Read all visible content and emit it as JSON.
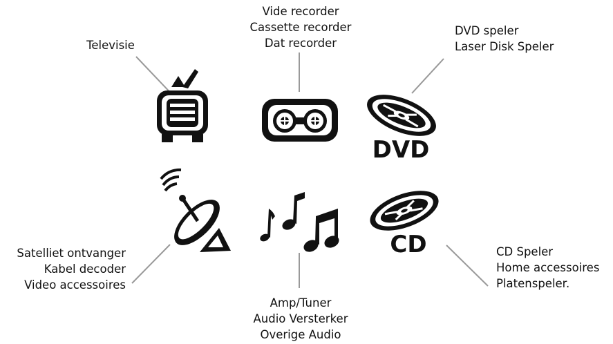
{
  "labels": {
    "tv": [
      "Televisie"
    ],
    "recorder": [
      "Vide recorder",
      "Cassette recorder",
      "Dat recorder"
    ],
    "dvd": [
      "DVD speler",
      "Laser Disk Speler"
    ],
    "sat": [
      "Satelliet ontvanger",
      "Kabel decoder",
      "Video accessoires"
    ],
    "audio": [
      "Amp/Tuner",
      "Audio Versterker",
      "Overige Audio"
    ],
    "cd": [
      "CD Speler",
      "Home accessoires",
      "Platenspeler."
    ]
  },
  "icons": {
    "dvd_text": "DVD",
    "cd_text": "CD"
  },
  "colors": {
    "ink": "#111111",
    "line": "#999999",
    "background": "#ffffff"
  }
}
